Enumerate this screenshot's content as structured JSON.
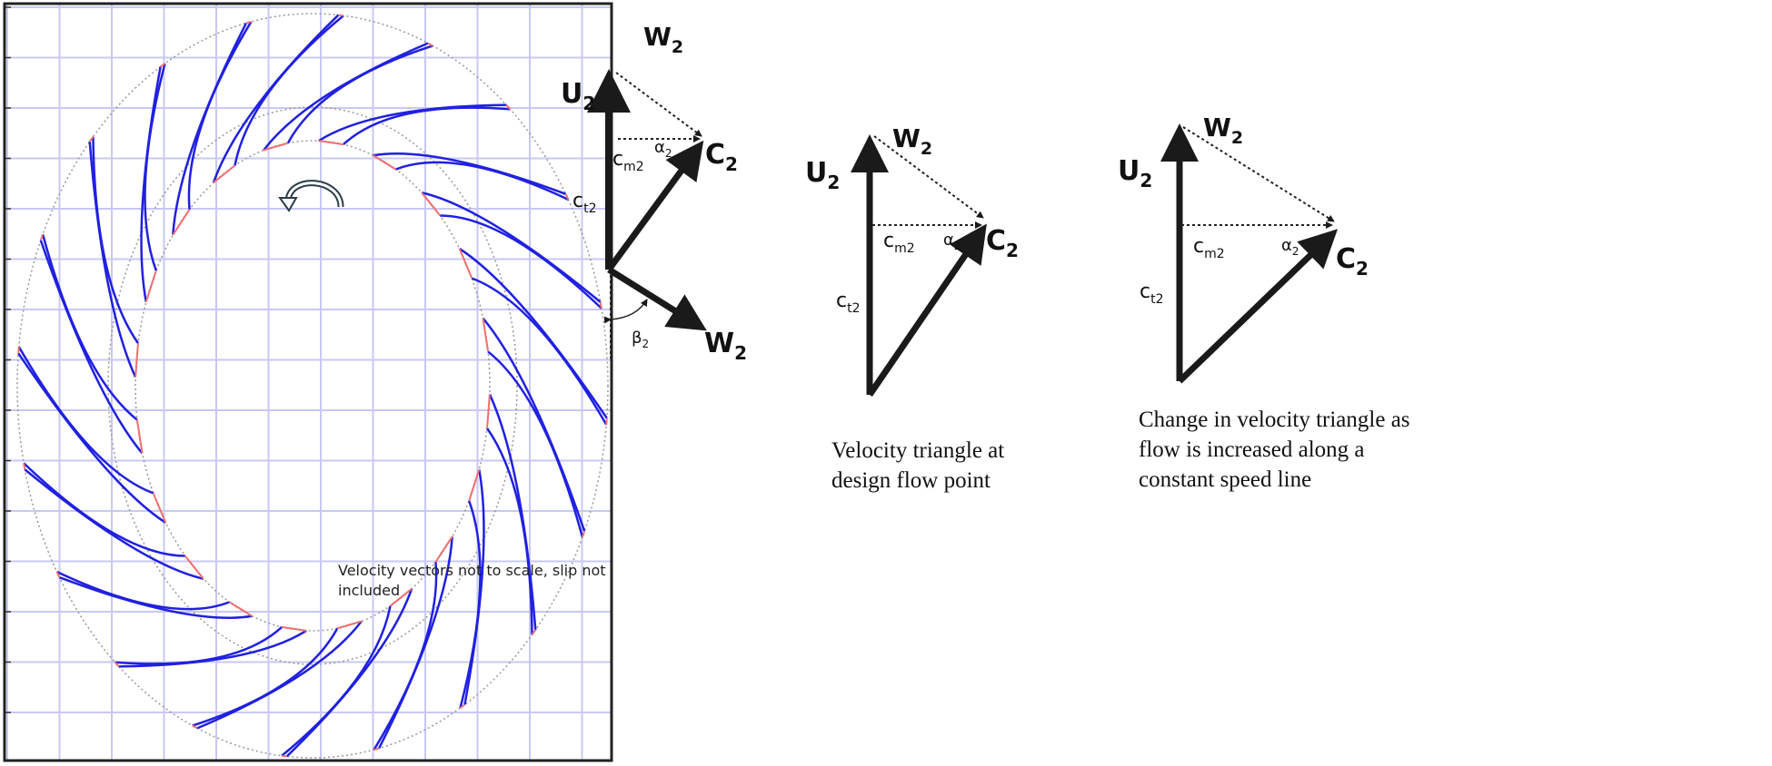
{
  "impeller_panel": {
    "note": "Velocity vectors not to scale, slip not included",
    "rotation_icon": "counterclockwise-arrow",
    "colors": {
      "blade": "#2020e0",
      "blade_edge": "#f07070",
      "grid": "#c8c8f4"
    }
  },
  "vectors_left": {
    "u2": "U",
    "u2_sub": "2",
    "w2_top": "W",
    "w2_top_sub": "2",
    "c2": "C",
    "c2_sub": "2",
    "cm2": "c",
    "cm2_sub": "m2",
    "alpha2": "α",
    "alpha2_sub": "2",
    "ct2": "c",
    "ct2_sub": "t2",
    "w2_bottom": "W",
    "w2_bottom_sub": "2",
    "beta2": "β",
    "beta2_sub": "2"
  },
  "triangle_design": {
    "u2": "U",
    "u2_sub": "2",
    "w2": "W",
    "w2_sub": "2",
    "c2": "C",
    "c2_sub": "2",
    "cm2": "c",
    "cm2_sub": "m2",
    "alpha2": "α",
    "alpha2_sub": "2",
    "ct2": "c",
    "ct2_sub": "t2",
    "caption": "Velocity triangle at design flow point"
  },
  "triangle_increased": {
    "u2": "U",
    "u2_sub": "2",
    "w2": "W",
    "w2_sub": "2",
    "c2": "C",
    "c2_sub": "2",
    "cm2": "c",
    "cm2_sub": "m2",
    "alpha2": "α",
    "alpha2_sub": "2",
    "ct2": "c",
    "ct2_sub": "t2",
    "caption": "Change in velocity triangle as flow is increased along a constant speed line"
  }
}
